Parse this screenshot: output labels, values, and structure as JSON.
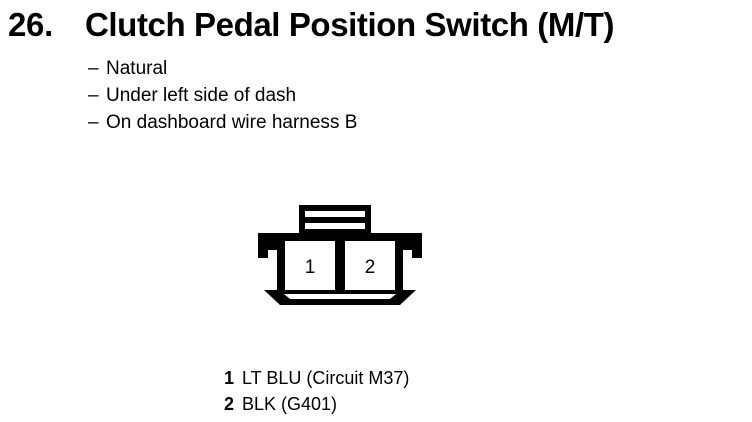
{
  "heading": {
    "number": "26.",
    "title": "Clutch Pedal Position Switch (M/T)"
  },
  "description": {
    "bullet_glyph": "–",
    "items": [
      "Natural",
      "Under left side of dash",
      "On dashboard wire harness B"
    ]
  },
  "connector": {
    "name": "two-cavity-connector",
    "cavities": [
      {
        "number": "1"
      },
      {
        "number": "2"
      }
    ],
    "outline_color": "#000000",
    "fill_color": "#ffffff"
  },
  "legend": {
    "rows": [
      {
        "pin": "1",
        "description": "LT BLU (Circuit M37)"
      },
      {
        "pin": "2",
        "description": "BLK (G401)"
      }
    ]
  }
}
